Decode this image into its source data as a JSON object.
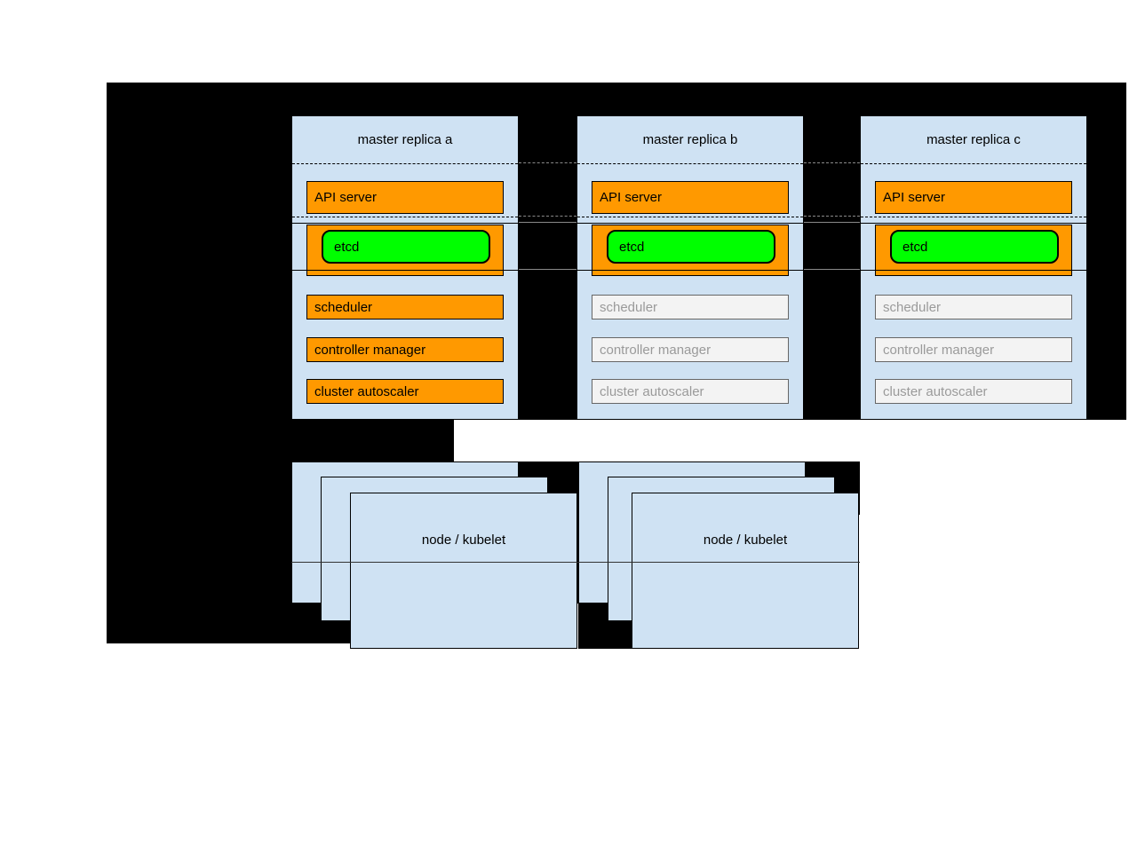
{
  "masters": [
    {
      "title": "master replica a",
      "api_server_label": "API server",
      "etcd_label": "etcd",
      "scheduler_label": "scheduler",
      "controller_manager_label": "controller manager",
      "cluster_autoscaler_label": "cluster autoscaler",
      "standby": false
    },
    {
      "title": "master replica b",
      "api_server_label": "API server",
      "etcd_label": "etcd",
      "scheduler_label": "scheduler",
      "controller_manager_label": "controller manager",
      "cluster_autoscaler_label": "cluster autoscaler",
      "standby": true
    },
    {
      "title": "master replica c",
      "api_server_label": "API server",
      "etcd_label": "etcd",
      "scheduler_label": "scheduler",
      "controller_manager_label": "controller manager",
      "cluster_autoscaler_label": "cluster autoscaler",
      "standby": true
    }
  ],
  "node_groups": [
    {
      "front_label": "node / kubelet"
    },
    {
      "front_label": "node / kubelet"
    }
  ],
  "colors": {
    "background_mask": "#000000",
    "panel_blue": "#cfe2f3",
    "active_orange": "#ff9900",
    "etcd_green": "#00ff00",
    "standby_fill": "#f3f3f3",
    "standby_text": "#9a9a9a"
  }
}
